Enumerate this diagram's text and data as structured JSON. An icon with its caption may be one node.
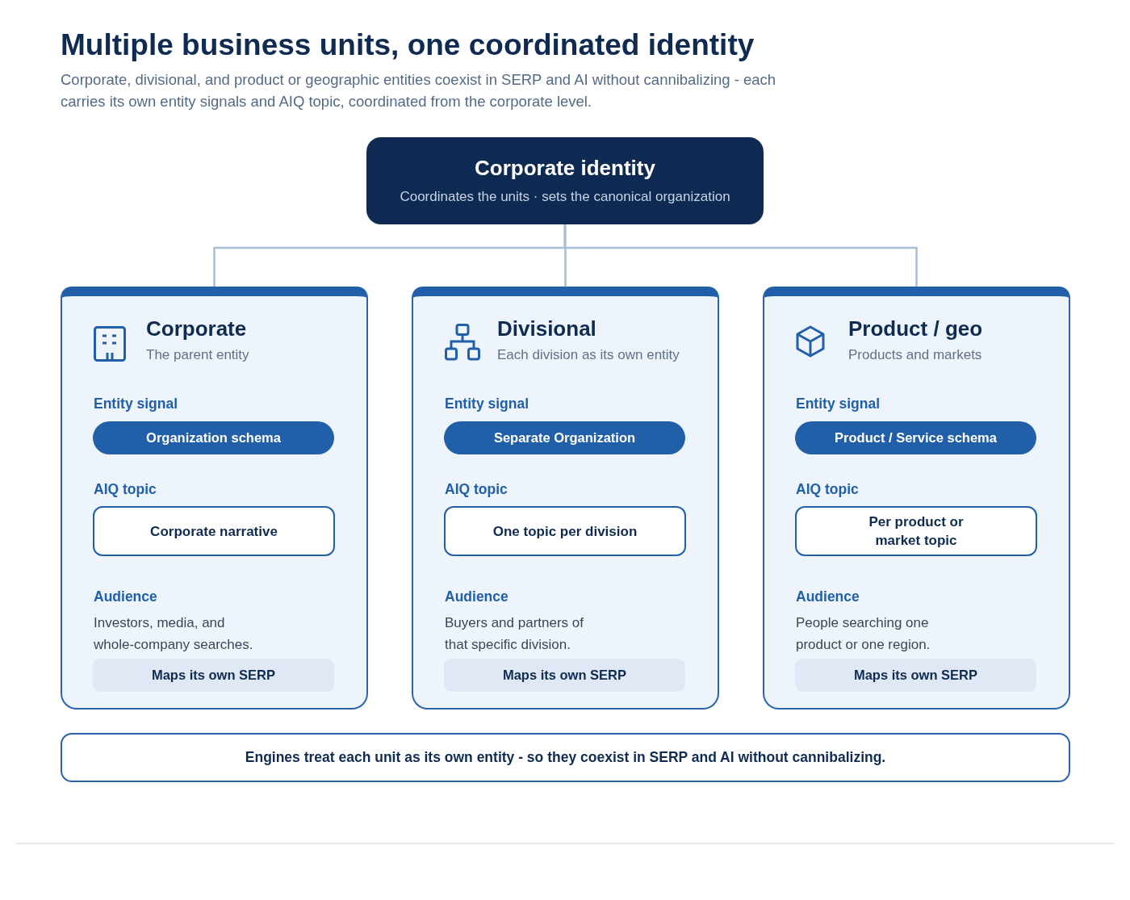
{
  "diagram": {
    "title": "Multiple business units, one coordinated identity",
    "nodes": [
      {
        "text": [
          "Corporate identity",
          "Coordinates the units · sets the canonical organization"
        ]
      },
      {
        "text": [
          "Corporate",
          "The parent entity",
          "Entity signal",
          "AIQ topic",
          "Audience",
          "Investors, media, and whole-company searches."
        ]
      },
      {
        "text": [
          "Organization schema"
        ],
        "in": 1
      },
      {
        "text": [
          "Corporate narrative"
        ],
        "in": 1
      },
      {
        "text": [
          "Maps its own SERP"
        ],
        "in": 1
      },
      {
        "text": [
          "Divisional",
          "Each division as its own entity",
          "Entity signal",
          "AIQ topic",
          "Audience",
          "Buyers and partners of that specific division."
        ]
      },
      {
        "text": [
          "Separate Organization"
        ],
        "in": 5
      },
      {
        "text": [
          "One topic per division"
        ],
        "in": 5
      },
      {
        "text": [
          "Maps its own SERP"
        ],
        "in": 5
      },
      {
        "text": [
          "Product / geo",
          "Products and markets",
          "Entity signal",
          "AIQ topic",
          "Audience",
          "People searching one product or one region."
        ]
      },
      {
        "text": [
          "Product / Service schema"
        ],
        "in": 9
      },
      {
        "text": [
          "Per product or market topic"
        ],
        "in": 9
      },
      {
        "text": [
          "Maps its own SERP"
        ],
        "in": 9
      },
      {
        "text": [
          "Engines treat each unit as its own entity - so they coexist in SERP and AI without cannibalizing."
        ]
      }
    ],
    "edges": [
      {
        "from": 0,
        "to": 1,
        "arrow": "none"
      },
      {
        "from": 0,
        "to": 5,
        "arrow": "none"
      },
      {
        "from": 0,
        "to": 9,
        "arrow": "none"
      }
    ],
    "labels": [
      "Corporate, divisional, and product or geographic entities coexist in SERP and AI without cannibalizing - each carries its own entity signals and AIQ topic, coordinated from the corporate level."
    ]
  }
}
